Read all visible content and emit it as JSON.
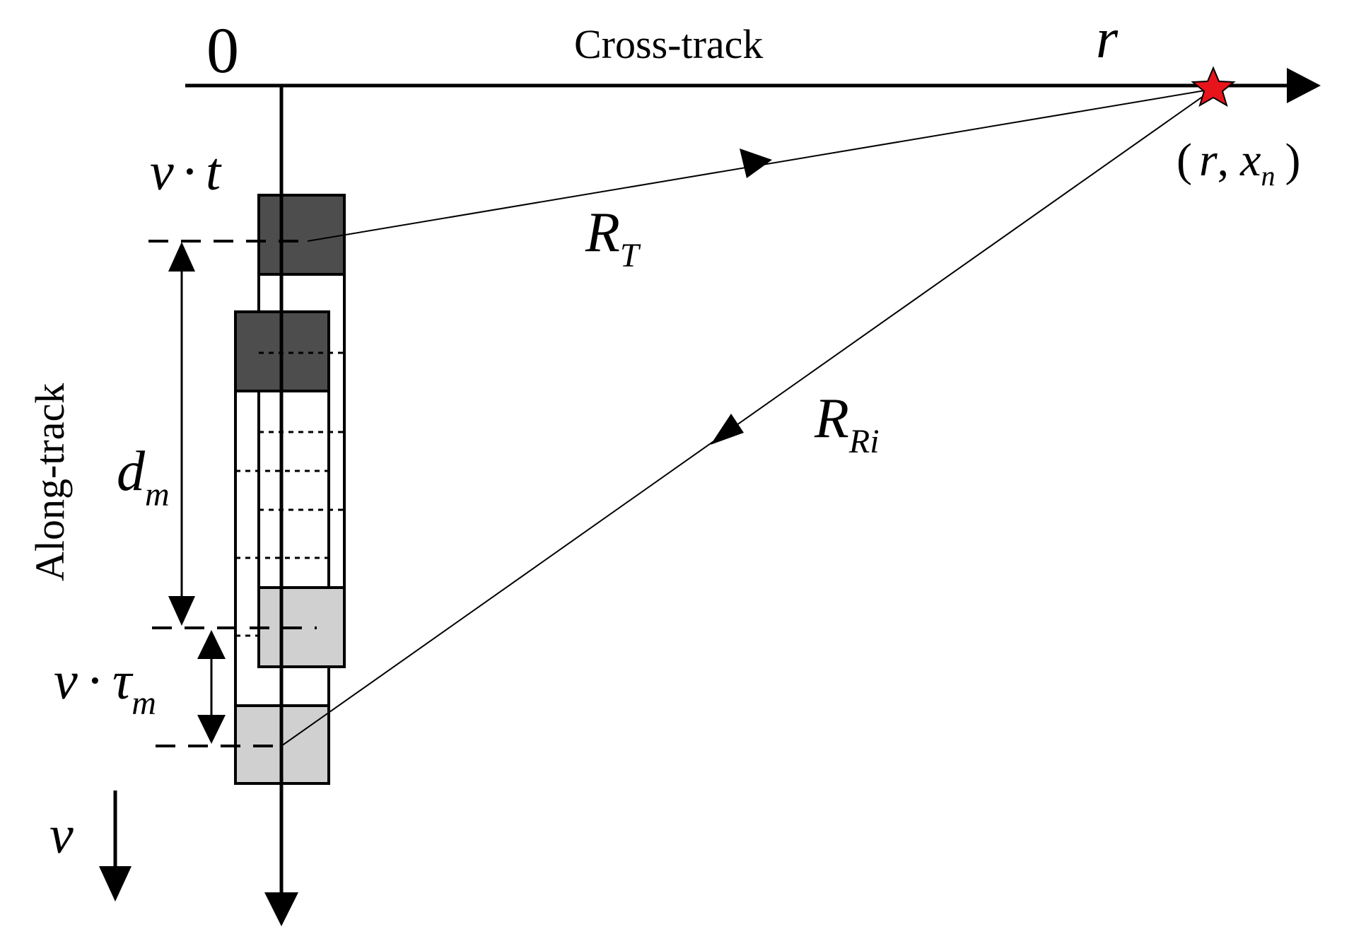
{
  "labels": {
    "origin": "0",
    "cross_track": "Cross-track",
    "range_axis": "r",
    "along_track": "Along-track",
    "target_open": "(",
    "target_r": "r",
    "target_comma": ",",
    "target_x": "x",
    "target_x_sub": "n",
    "target_close": ")",
    "vt_v": "v",
    "vt_dot": "·",
    "vt_t": "t",
    "rt_main": "R",
    "rt_sub": "T",
    "rri_main": "R",
    "rri_sub": "Ri",
    "dm_main": "d",
    "dm_sub": "m",
    "vtau_v": "v",
    "vtau_dot": "·",
    "vtau_tau": "τ",
    "vtau_sub": "m",
    "velocity": "v"
  },
  "colors": {
    "line": "#000000",
    "dark_box": "#4d4d4d",
    "light_box": "#d0d0d0",
    "target_star": "#e8141c"
  },
  "icons": {
    "target": "red-star-icon"
  }
}
